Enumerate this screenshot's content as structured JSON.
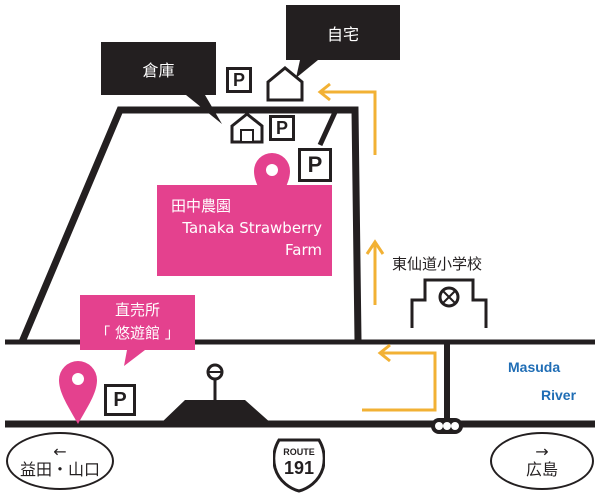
{
  "colors": {
    "road": "#231f20",
    "arrow": "#f2b134",
    "pink": "#e4418e",
    "river_text": "#1f6db5",
    "background": "#ffffff"
  },
  "labels": {
    "home": "自宅",
    "warehouse": "倉庫",
    "farm_jp": "田中農園",
    "farm_en_line1": "Tanaka Strawberry",
    "farm_en_line2": "Farm",
    "shop_line1": "直売所",
    "shop_line2": "「 悠遊館 」",
    "school": "東仙道小学校",
    "river_line1": "Masuda",
    "river_line2": "River",
    "left_dest": "益田・山口",
    "right_dest": "広島",
    "route_label": "ROUTE",
    "route_number": "191",
    "parking": "P"
  },
  "icons": {
    "left_arrow": "←",
    "right_arrow": "→"
  }
}
